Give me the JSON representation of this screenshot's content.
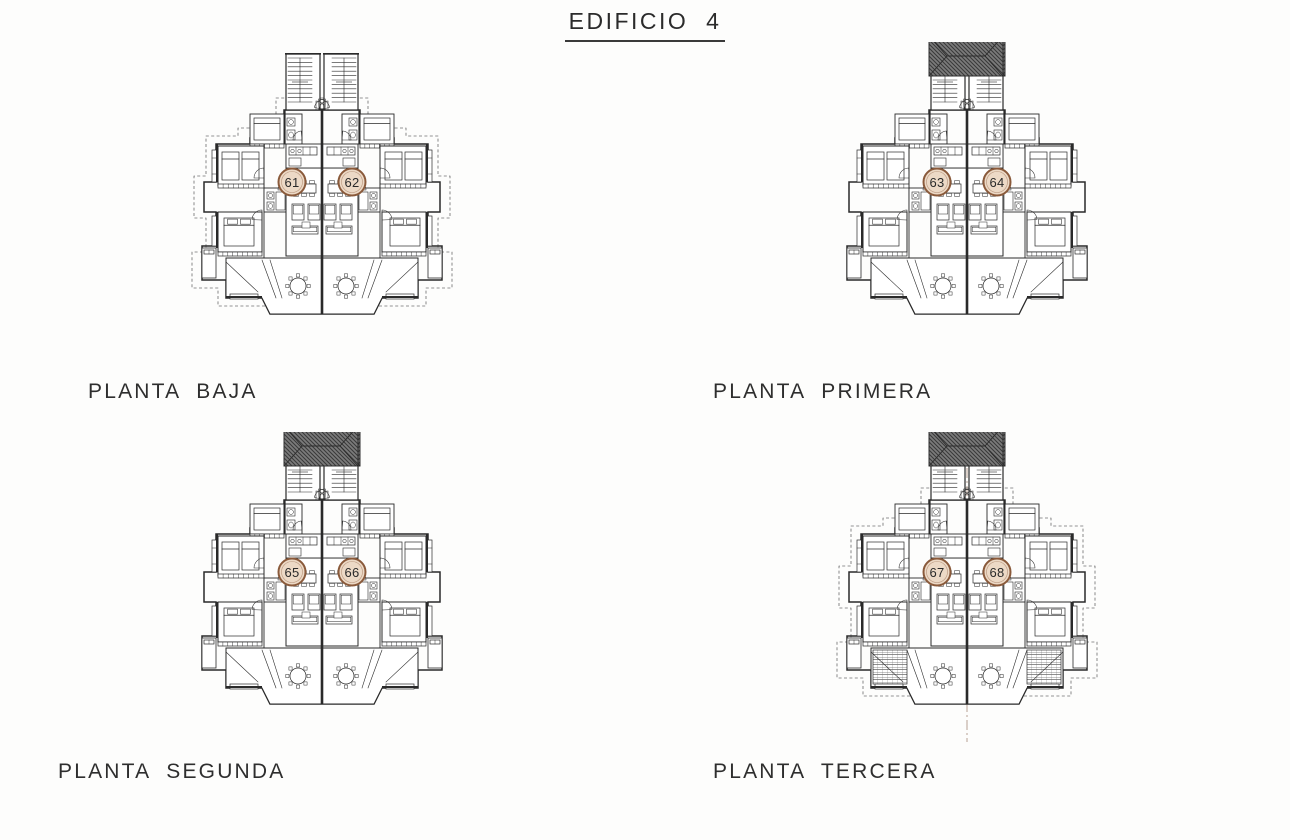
{
  "document": {
    "title": "EDIFICIO  4",
    "background_color": "#fdfdfc",
    "ink_color": "#2a2a2a",
    "marker_fill": "#ecd9c6",
    "marker_stroke": "#8a5a3b",
    "roof_hatch_color": "#555555"
  },
  "plans": [
    {
      "caption": "PLANTA  BAJA",
      "units": [
        {
          "label": "61",
          "side": "left"
        },
        {
          "label": "62",
          "side": "right"
        }
      ],
      "features": {
        "has_roof_hatch": false,
        "has_dashed_setback": true,
        "has_hatched_terrace": false,
        "has_center_axis": false
      }
    },
    {
      "caption": "PLANTA  PRIMERA",
      "units": [
        {
          "label": "63",
          "side": "left"
        },
        {
          "label": "64",
          "side": "right"
        }
      ],
      "features": {
        "has_roof_hatch": true,
        "has_dashed_setback": false,
        "has_hatched_terrace": false,
        "has_center_axis": false
      }
    },
    {
      "caption": "PLANTA  SEGUNDA",
      "units": [
        {
          "label": "65",
          "side": "left"
        },
        {
          "label": "66",
          "side": "right"
        }
      ],
      "features": {
        "has_roof_hatch": true,
        "has_dashed_setback": false,
        "has_hatched_terrace": false,
        "has_center_axis": false
      }
    },
    {
      "caption": "PLANTA  TERCERA",
      "units": [
        {
          "label": "67",
          "side": "left"
        },
        {
          "label": "68",
          "side": "right"
        }
      ],
      "features": {
        "has_roof_hatch": true,
        "has_dashed_setback": true,
        "has_hatched_terrace": true,
        "has_center_axis": true
      }
    }
  ]
}
